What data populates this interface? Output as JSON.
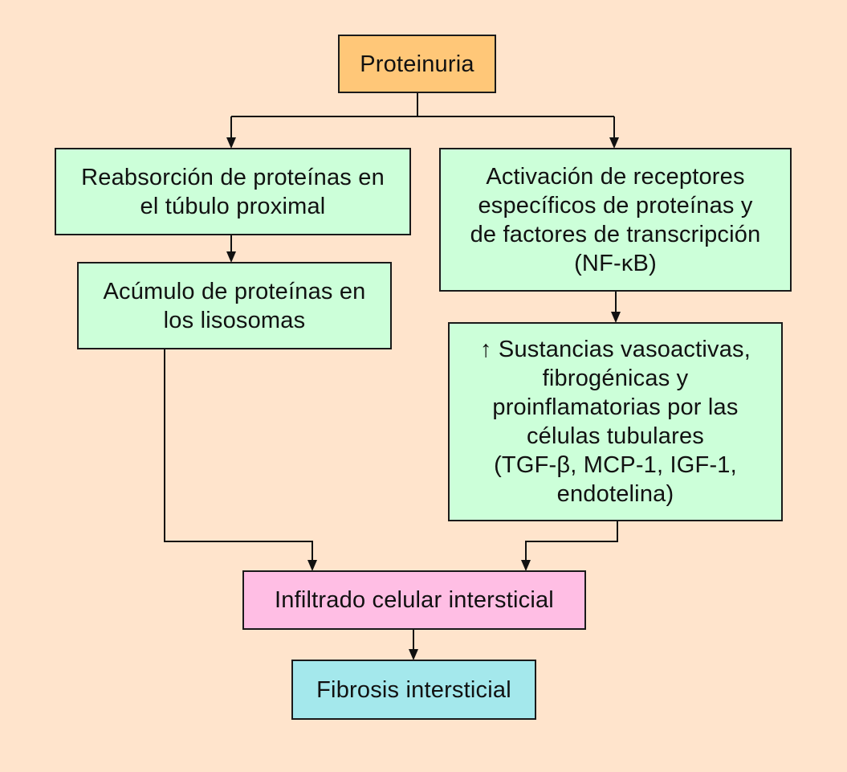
{
  "colors": {
    "background": "#ffe4cc",
    "orange": "#ffc778",
    "green": "#ccffd9",
    "pink": "#ffbee4",
    "cyan": "#a4e8ec",
    "line": "#111111"
  },
  "nodes": {
    "proteinuria": "Proteinuria",
    "reabsorcion": "Reabsorción de proteínas en\nel túbulo proximal",
    "acumulo": "Acúmulo de proteínas en\nlos lisosomas",
    "activacion": "Activación de receptores\nespecíficos de proteínas y\nde factores de transcripción\n(NF-κB)",
    "sustancias": "↑ Sustancias vasoactivas,\nfibrogénicas y\nproinflamatorias por las\ncélulas tubulares\n(TGF-β, MCP-1, IGF-1,\nendotelina)",
    "infiltrado": "Infiltrado celular intersticial",
    "fibrosis": "Fibrosis intersticial"
  }
}
